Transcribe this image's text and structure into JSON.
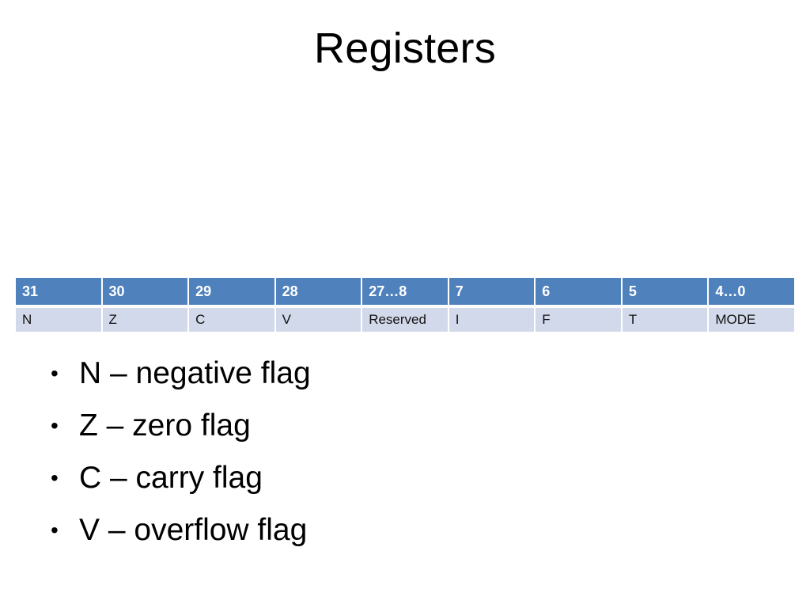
{
  "slide": {
    "title": "Registers",
    "background_color": "#FFFFFF"
  },
  "table": {
    "header_fill": "#4F81BD",
    "header_text_color": "#FFFFFF",
    "row_fill": "#D2D9EA",
    "row_text_color": "#111111",
    "columns": [
      {
        "bits": "31",
        "field": "N"
      },
      {
        "bits": "30",
        "field": "Z"
      },
      {
        "bits": "29",
        "field": "C"
      },
      {
        "bits": "28",
        "field": "V"
      },
      {
        "bits": "27…8",
        "field": "Reserved"
      },
      {
        "bits": "7",
        "field": "I"
      },
      {
        "bits": "6",
        "field": "F"
      },
      {
        "bits": "5",
        "field": "T"
      },
      {
        "bits": "4…0",
        "field": "MODE"
      }
    ]
  },
  "bullets": {
    "marker": "•",
    "items": [
      "N – negative flag",
      "Z – zero flag",
      "C – carry flag",
      "V – overflow flag"
    ]
  }
}
